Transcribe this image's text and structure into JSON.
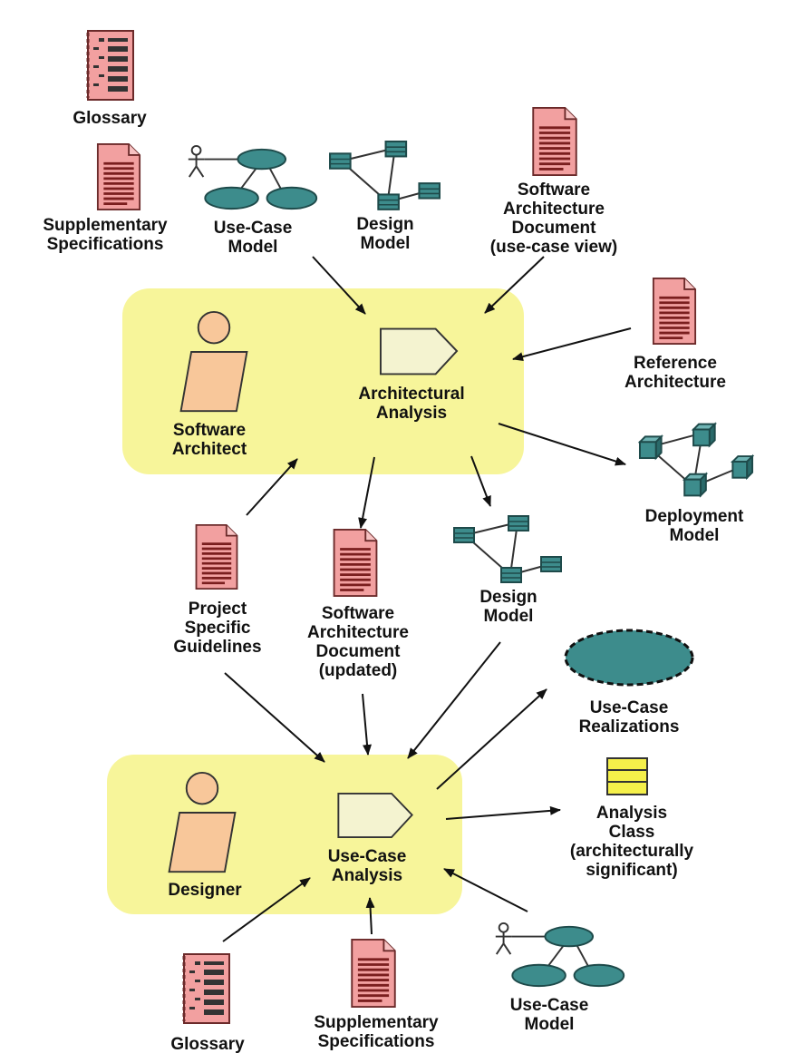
{
  "colors": {
    "background": "#ffffff",
    "activity_box": "#f7f59a",
    "document_fill": "#f2a0a0",
    "document_stroke": "#6b2a2a",
    "model_fill": "#3d8c8c",
    "worker_fill": "#f8c79a",
    "step_fill": "#f4f3d0",
    "class_fill": "#f5f04a",
    "arrow": "#111111"
  },
  "activities": {
    "architectural": {
      "worker_label": [
        "Software",
        "Architect"
      ],
      "step_label": [
        "Architectural",
        "Analysis"
      ]
    },
    "usecase": {
      "worker_label": [
        "Designer"
      ],
      "step_label": [
        "Use-Case",
        "Analysis"
      ]
    }
  },
  "artifacts": {
    "glossary_top": {
      "icon": "glossary-icon",
      "label": [
        "Glossary"
      ]
    },
    "supplementary_top": {
      "icon": "document-icon",
      "label": [
        "Supplementary",
        "Specifications"
      ]
    },
    "usecase_model_top": {
      "icon": "usecase-model-icon",
      "label": [
        "Use-Case",
        "Model"
      ]
    },
    "design_model_top": {
      "icon": "design-model-icon",
      "label": [
        "Design",
        "Model"
      ]
    },
    "sad_usecase_view": {
      "icon": "document-icon",
      "label": [
        "Software",
        "Architecture",
        "Document",
        "(use-case view)"
      ]
    },
    "reference_architecture": {
      "icon": "document-icon",
      "label": [
        "Reference",
        "Architecture"
      ]
    },
    "deployment_model": {
      "icon": "deployment-model-icon",
      "label": [
        "Deployment",
        "Model"
      ]
    },
    "project_guidelines": {
      "icon": "document-icon",
      "label": [
        "Project",
        "Specific",
        "Guidelines"
      ]
    },
    "sad_updated": {
      "icon": "document-icon",
      "label": [
        "Software",
        "Architecture",
        "Document",
        "(updated)"
      ]
    },
    "design_model_mid": {
      "icon": "design-model-icon",
      "label": [
        "Design",
        "Model"
      ]
    },
    "usecase_realizations": {
      "icon": "usecase-realization-icon",
      "label": [
        "Use-Case",
        "Realizations"
      ]
    },
    "analysis_class": {
      "icon": "analysis-class-icon",
      "label": [
        "Analysis",
        "Class",
        "(architecturally",
        "significant)"
      ]
    },
    "glossary_bottom": {
      "icon": "glossary-icon",
      "label": [
        "Glossary"
      ]
    },
    "supplementary_bottom": {
      "icon": "document-icon",
      "label": [
        "Supplementary",
        "Specifications"
      ]
    },
    "usecase_model_bottom": {
      "icon": "usecase-model-icon",
      "label": [
        "Use-Case",
        "Model"
      ]
    }
  }
}
